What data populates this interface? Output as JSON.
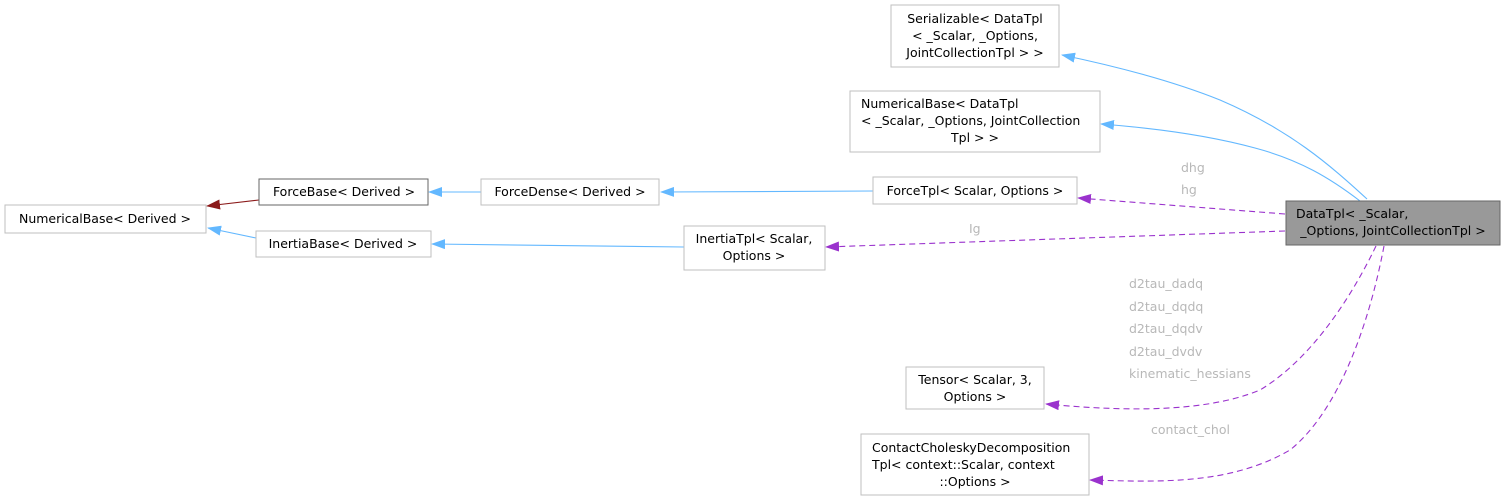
{
  "nodes": {
    "serializable": [
      "Serializable< DataTpl",
      "< _Scalar, _Options,",
      "JointCollectionTpl > >"
    ],
    "numerical_base_data": [
      "NumericalBase< DataTpl",
      "< _Scalar, _Options, JointCollection",
      "Tpl > >"
    ],
    "numerical_base_derived": [
      "NumericalBase< Derived >"
    ],
    "force_base": [
      "ForceBase< Derived >"
    ],
    "force_dense": [
      "ForceDense< Derived >"
    ],
    "force_tpl": [
      "ForceTpl< Scalar, Options >"
    ],
    "inertia_base": [
      "InertiaBase< Derived >"
    ],
    "inertia_tpl": [
      "InertiaTpl< Scalar,",
      "Options >"
    ],
    "data_tpl": [
      "DataTpl< _Scalar,",
      "_Options, JointCollectionTpl >"
    ],
    "tensor": [
      "Tensor< Scalar, 3,",
      "Options >"
    ],
    "contact_cholesky": [
      "ContactCholeskyDecomposition",
      "Tpl< context::Scalar, context",
      "::Options >"
    ]
  },
  "edge_labels": {
    "force": [
      "dhg",
      "hg"
    ],
    "inertia": [
      "Ig"
    ],
    "tensor": [
      "d2tau_dadq",
      "d2tau_dqdq",
      "d2tau_dqdv",
      "d2tau_dvdv",
      "kinematic_hessians"
    ],
    "contact": [
      "contact_chol"
    ]
  },
  "colors": {
    "inheritance_edge": "#63b8ff",
    "base_inheritance_edge": "#8b1a1a",
    "member_edge": "#9a32cd",
    "focus_node_fill": "#999999",
    "edge_label_text": "#b8b8b8"
  }
}
